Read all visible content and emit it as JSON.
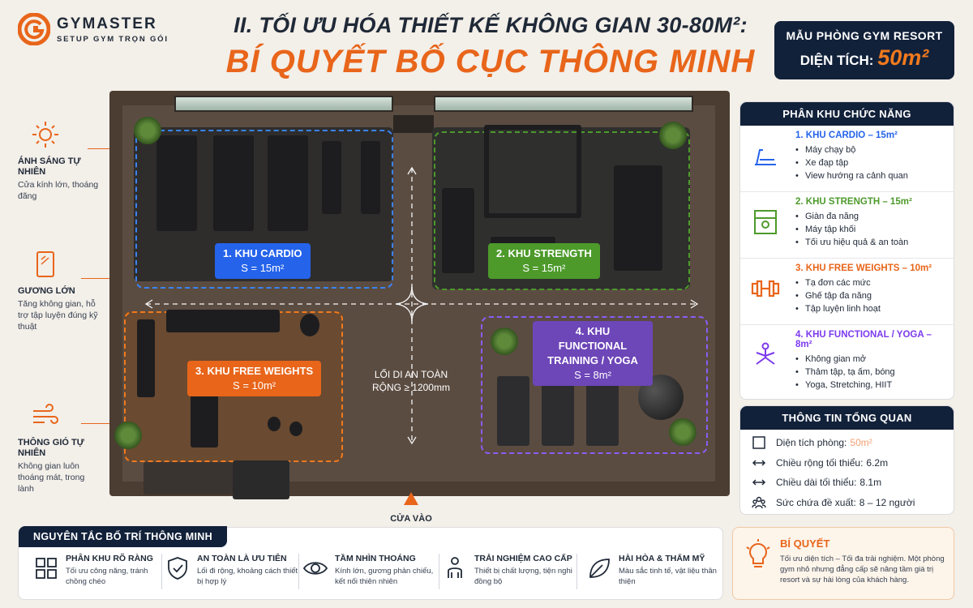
{
  "header": {
    "brand": "GYMASTER",
    "brand_sub": "SETUP GYM TRỌN GÓI",
    "title_line1": "II. TỐI ƯU HÓA THIẾT KẾ KHÔNG GIAN 30-80M²:",
    "title_line2": "BÍ QUYẾT BỐ CỤC THÔNG MINH",
    "badge_line1": "MẪU PHÒNG GYM RESORT",
    "badge_area_label": "DIỆN TÍCH:",
    "badge_area_value": "50m²"
  },
  "left_notes": [
    {
      "title": "ÁNH SÁNG TỰ NHIÊN",
      "desc": "Cửa kính lớn, thoáng đãng",
      "icon": "sun-icon"
    },
    {
      "title": "GƯƠNG LỚN",
      "desc": "Tăng không gian, hỗ trợ tập luyện đúng kỹ thuật",
      "icon": "mirror-icon"
    },
    {
      "title": "THÔNG GIÓ TỰ NHIÊN",
      "desc": "Không gian luôn thoáng mát, trong lành",
      "icon": "wind-icon"
    }
  ],
  "plan": {
    "zones": [
      {
        "name": "1. KHU CARDIO",
        "area": "S = 15m²",
        "color": "#3b82f6"
      },
      {
        "name": "2. KHU STRENGTH",
        "area": "S = 15m²",
        "color": "#4d9a2b"
      },
      {
        "name": "3. KHU FREE WEIGHTS",
        "area": "S = 10m²",
        "color": "#f07a1e"
      },
      {
        "name": "4. KHU FUNCTIONAL TRAINING / YOGA",
        "area": "S = 8m²",
        "color": "#8b5cf6"
      }
    ],
    "walkway_line1": "LỐI DI AN TOÀN",
    "walkway_line2": "RỘNG ≥ 1200mm",
    "entry": "CỬA VÀO"
  },
  "zones_panel": {
    "header": "PHÂN KHU CHỨC NĂNG",
    "sections": [
      {
        "title": "1. KHU CARDIO – 15m²",
        "color": "#2563eb",
        "icon": "treadmill-icon",
        "items": [
          "Máy chạy bộ",
          "Xe đạp tập",
          "View hướng ra cảnh quan"
        ]
      },
      {
        "title": "2. KHU STRENGTH – 15m²",
        "color": "#4d9a2b",
        "icon": "power-rack-icon",
        "items": [
          "Giàn đa năng",
          "Máy tập khối",
          "Tối ưu hiệu quả & an toàn"
        ]
      },
      {
        "title": "3. KHU FREE WEIGHTS – 10m²",
        "color": "#e8651a",
        "icon": "dumbbell-icon",
        "items": [
          "Tạ đơn các mức",
          "Ghế tập đa năng",
          "Tập luyện linh hoạt"
        ]
      },
      {
        "title": "4. KHU FUNCTIONAL / YOGA – 8m²",
        "color": "#7c3aed",
        "icon": "yoga-icon",
        "items": [
          "Không gian mở",
          "Thảm tập, tạ ấm, bóng",
          "Yoga, Stretching, HIIT"
        ]
      }
    ]
  },
  "overview": {
    "header": "THÔNG TIN TỔNG QUAN",
    "rows": [
      {
        "label": "Diện tích phòng:",
        "value": "50m²",
        "icon": "area-icon"
      },
      {
        "label": "Chiều rộng tối thiểu:",
        "value": "6.2m",
        "icon": "width-icon"
      },
      {
        "label": "Chiều dài tối thiểu:",
        "value": "8.1m",
        "icon": "length-icon"
      },
      {
        "label": "Sức chứa đề xuất:",
        "value": "8 – 12 người",
        "icon": "people-icon"
      }
    ]
  },
  "principles": {
    "header": "NGUYÊN TẮC BỐ TRÍ THÔNG MINH",
    "items": [
      {
        "title": "PHÂN KHU RÕ RÀNG",
        "desc": "Tối ưu công năng, tránh chồng chéo",
        "icon": "grid-icon"
      },
      {
        "title": "AN TOÀN LÀ ƯU TIÊN",
        "desc": "Lối đi rộng, khoảng cách thiết bị hợp lý",
        "icon": "shield-icon"
      },
      {
        "title": "TẦM NHÌN THOÁNG",
        "desc": "Kính lớn, gương phản chiếu, kết nối thiên nhiên",
        "icon": "eye-icon"
      },
      {
        "title": "TRẢI NGHIỆM CAO CẤP",
        "desc": "Thiết bị chất lượng, tiện nghi đồng bộ",
        "icon": "person-icon"
      },
      {
        "title": "HÀI HÒA & THẨM MỸ",
        "desc": "Màu sắc tinh tế, vật liệu thân thiện",
        "icon": "leaf-icon"
      }
    ]
  },
  "tip": {
    "title": "BÍ QUYẾT",
    "desc": "Tối ưu diện tích – Tối đa trải nghiệm. Một phòng gym nhỏ nhưng đẳng cấp sẽ nâng tầm giá trị resort và sự hài lòng của khách hàng.",
    "icon": "bulb-icon"
  }
}
